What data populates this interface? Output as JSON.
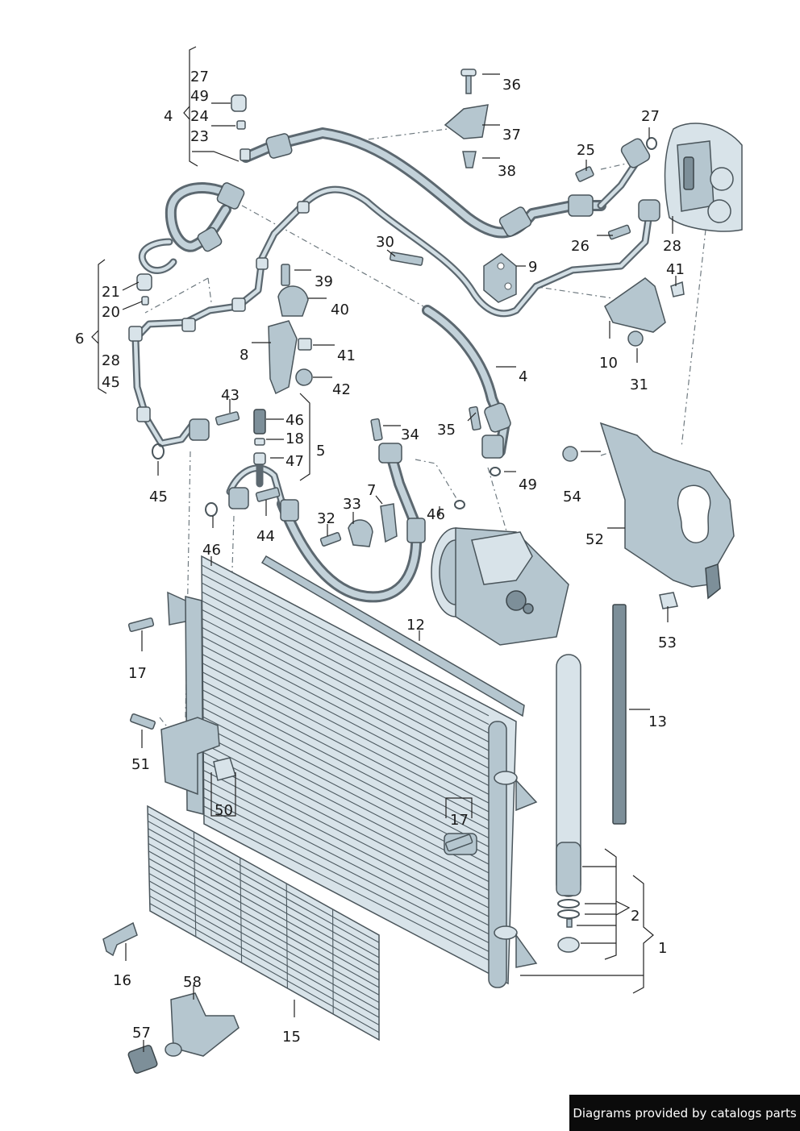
{
  "footer_text": "Diagrams provided by catalogs parts",
  "colors": {
    "part_fill": "#b5c6cf",
    "part_light": "#d8e3e9",
    "part_dark": "#7d8f99",
    "outline": "#4a555b",
    "footer_bg": "#0b0b0b",
    "footer_text": "#ffffff"
  },
  "labels": {
    "l27a": "27",
    "l49a": "49",
    "l24": "24",
    "l23": "23",
    "l4a": "4",
    "l36": "36",
    "l37": "37",
    "l38": "38",
    "l27b": "27",
    "l25": "25",
    "l26": "26",
    "l28a": "28",
    "l41a": "41",
    "l30": "30",
    "l9": "9",
    "l39": "39",
    "l40": "40",
    "l21": "21",
    "l20": "20",
    "l6": "6",
    "l28b": "28",
    "l45a": "45",
    "l8": "8",
    "l41b": "41",
    "l42": "42",
    "l10": "10",
    "l31": "31",
    "l4b": "4",
    "l43": "43",
    "l46a": "46",
    "l18": "18",
    "l5": "5",
    "l47": "47",
    "l34": "34",
    "l35": "35",
    "l49b": "49",
    "l54": "54",
    "l45b": "45",
    "l7": "7",
    "l33": "33",
    "l46b": "46",
    "l32": "32",
    "l44": "44",
    "l52": "52",
    "l46c": "46",
    "l12": "12",
    "l53": "53",
    "l17a": "17",
    "l13": "13",
    "l51": "51",
    "l50": "50",
    "l17b": "17",
    "l2": "2",
    "l1": "1",
    "l16": "16",
    "l58": "58",
    "l57": "57",
    "l15": "15"
  }
}
